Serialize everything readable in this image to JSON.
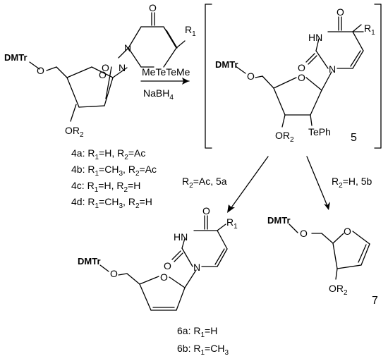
{
  "reagents": {
    "line1": "MeTeTeMe",
    "line2_base": "NaBH",
    "line2_sub": "4"
  },
  "compound_4": {
    "entries": [
      {
        "id": "4a:",
        "r1": "H",
        "r2": "Ac"
      },
      {
        "id": "4b:",
        "r1": "CH",
        "r1_sub": "3",
        "r2": "Ac"
      },
      {
        "id": "4c:",
        "r1": "H",
        "r2": "H"
      },
      {
        "id": "4d:",
        "r1": "CH",
        "r1_sub": "3",
        "r2": "H"
      }
    ]
  },
  "compound_5": {
    "number": "5",
    "substituent": "TePh"
  },
  "paths": {
    "left": {
      "condition": "R",
      "condition_sub": "2",
      "condition_rest": "=Ac, 5a"
    },
    "right": {
      "condition": "R",
      "condition_sub": "2",
      "condition_rest": "=H, 5b"
    }
  },
  "compound_6": {
    "entries": [
      {
        "id": "6a:",
        "r1": "H"
      },
      {
        "id": "6b:",
        "r1": "CH",
        "r1_sub": "3"
      }
    ]
  },
  "compound_7": {
    "number": "7"
  },
  "atoms": {
    "dmtr": "DMTr",
    "O": "O",
    "N": "N",
    "HN": "HN",
    "R": "R",
    "sub1": "1",
    "sub2": "2",
    "comma": ", ",
    "eq": "="
  }
}
